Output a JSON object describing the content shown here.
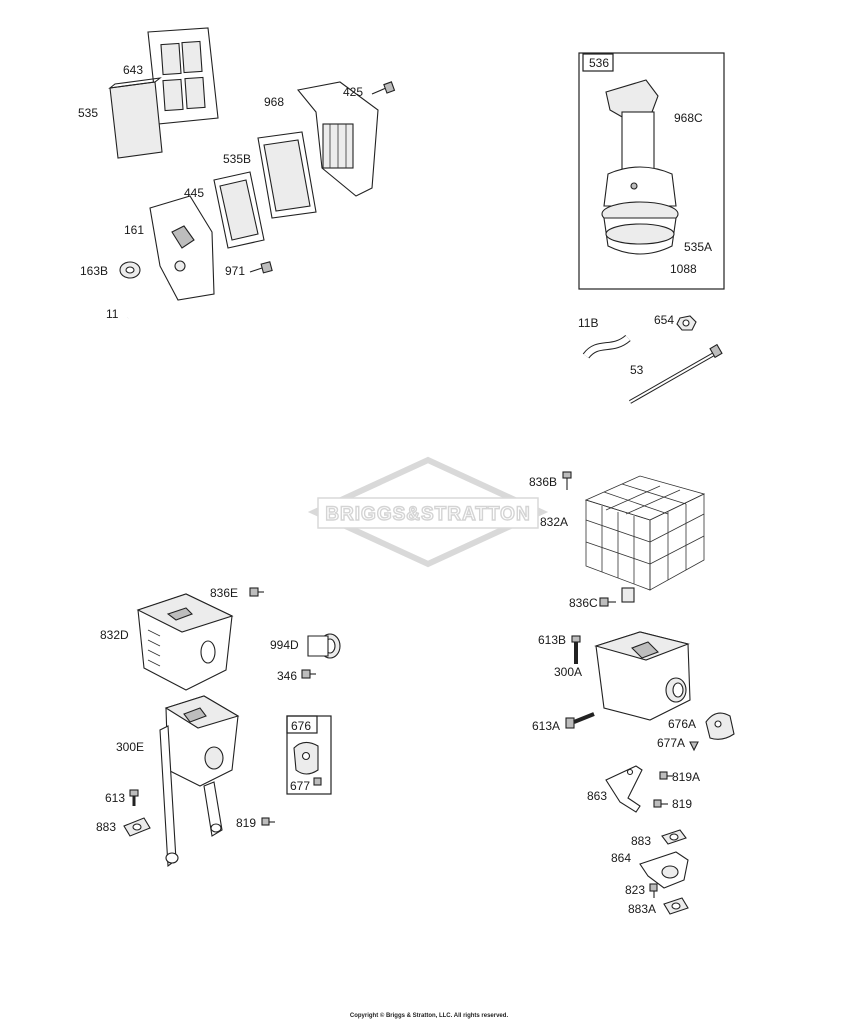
{
  "watermark": {
    "text": "BRIGGS&STRATTON"
  },
  "copyright": "Copyright © Briggs & Stratton, LLC. All rights reserved.",
  "labels": {
    "p643": "643",
    "p535": "535",
    "p968": "968",
    "p425": "425",
    "p535B": "535B",
    "p445": "445",
    "p161": "161",
    "p163B": "163B",
    "p971": "971",
    "p11": "11",
    "p536": "536",
    "p968C": "968C",
    "p535A": "535A",
    "p1088": "1088",
    "p11B": "11B",
    "p654": "654",
    "p53": "53",
    "p836B": "836B",
    "p832A": "832A",
    "p836C": "836C",
    "p613B": "613B",
    "p300A": "300A",
    "p613A": "613A",
    "p676A": "676A",
    "p677A": "677A",
    "p819A": "819A",
    "p863": "863",
    "p819r": "819",
    "p883r": "883",
    "p864": "864",
    "p823": "823",
    "p883A": "883A",
    "p836E": "836E",
    "p832D": "832D",
    "p994D": "994D",
    "p346": "346",
    "p676": "676",
    "p677": "677",
    "p300E": "300E",
    "p613": "613",
    "p883l": "883",
    "p819l": "819"
  }
}
